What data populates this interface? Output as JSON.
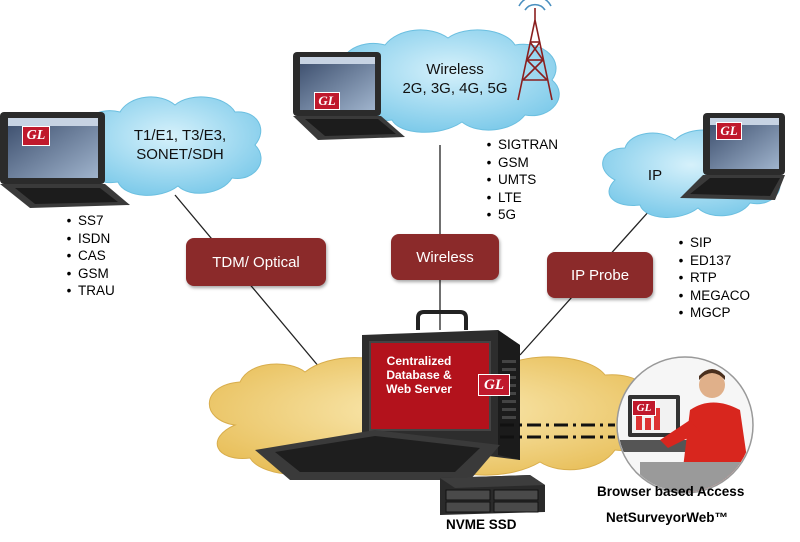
{
  "clouds": {
    "tdm": {
      "line1": "T1/E1, T3/E3,",
      "line2": "SONET/SDH"
    },
    "wireless": {
      "line1": "Wireless",
      "line2": "2G, 3G, 4G, 5G"
    },
    "ip": {
      "line1": "IP"
    }
  },
  "links": {
    "tdm": "TDM/ Optical",
    "wireless": "Wireless",
    "ip": "IP Probe"
  },
  "protocols": {
    "tdm": [
      "SS7",
      "ISDN",
      "CAS",
      "GSM",
      "TRAU"
    ],
    "wireless": [
      "SIGTRAN",
      "GSM",
      "UMTS",
      "LTE",
      "5G"
    ],
    "ip": [
      "SIP",
      "ED137",
      "RTP",
      "MEGACO",
      "MGCP"
    ]
  },
  "server": {
    "line1": "Centralized",
    "line2": "Database &",
    "line3": "Web Server"
  },
  "logo": "GL",
  "captions": {
    "storage": "NVME SSD",
    "browser": "Browser based Access",
    "product": "NetSurveyorWeb™"
  },
  "colors": {
    "cloud_blue": "#8fd3ef",
    "cloud_gold": "#f2d27a",
    "badge": "#8b2a2a",
    "logo_red": "#c0192c"
  }
}
